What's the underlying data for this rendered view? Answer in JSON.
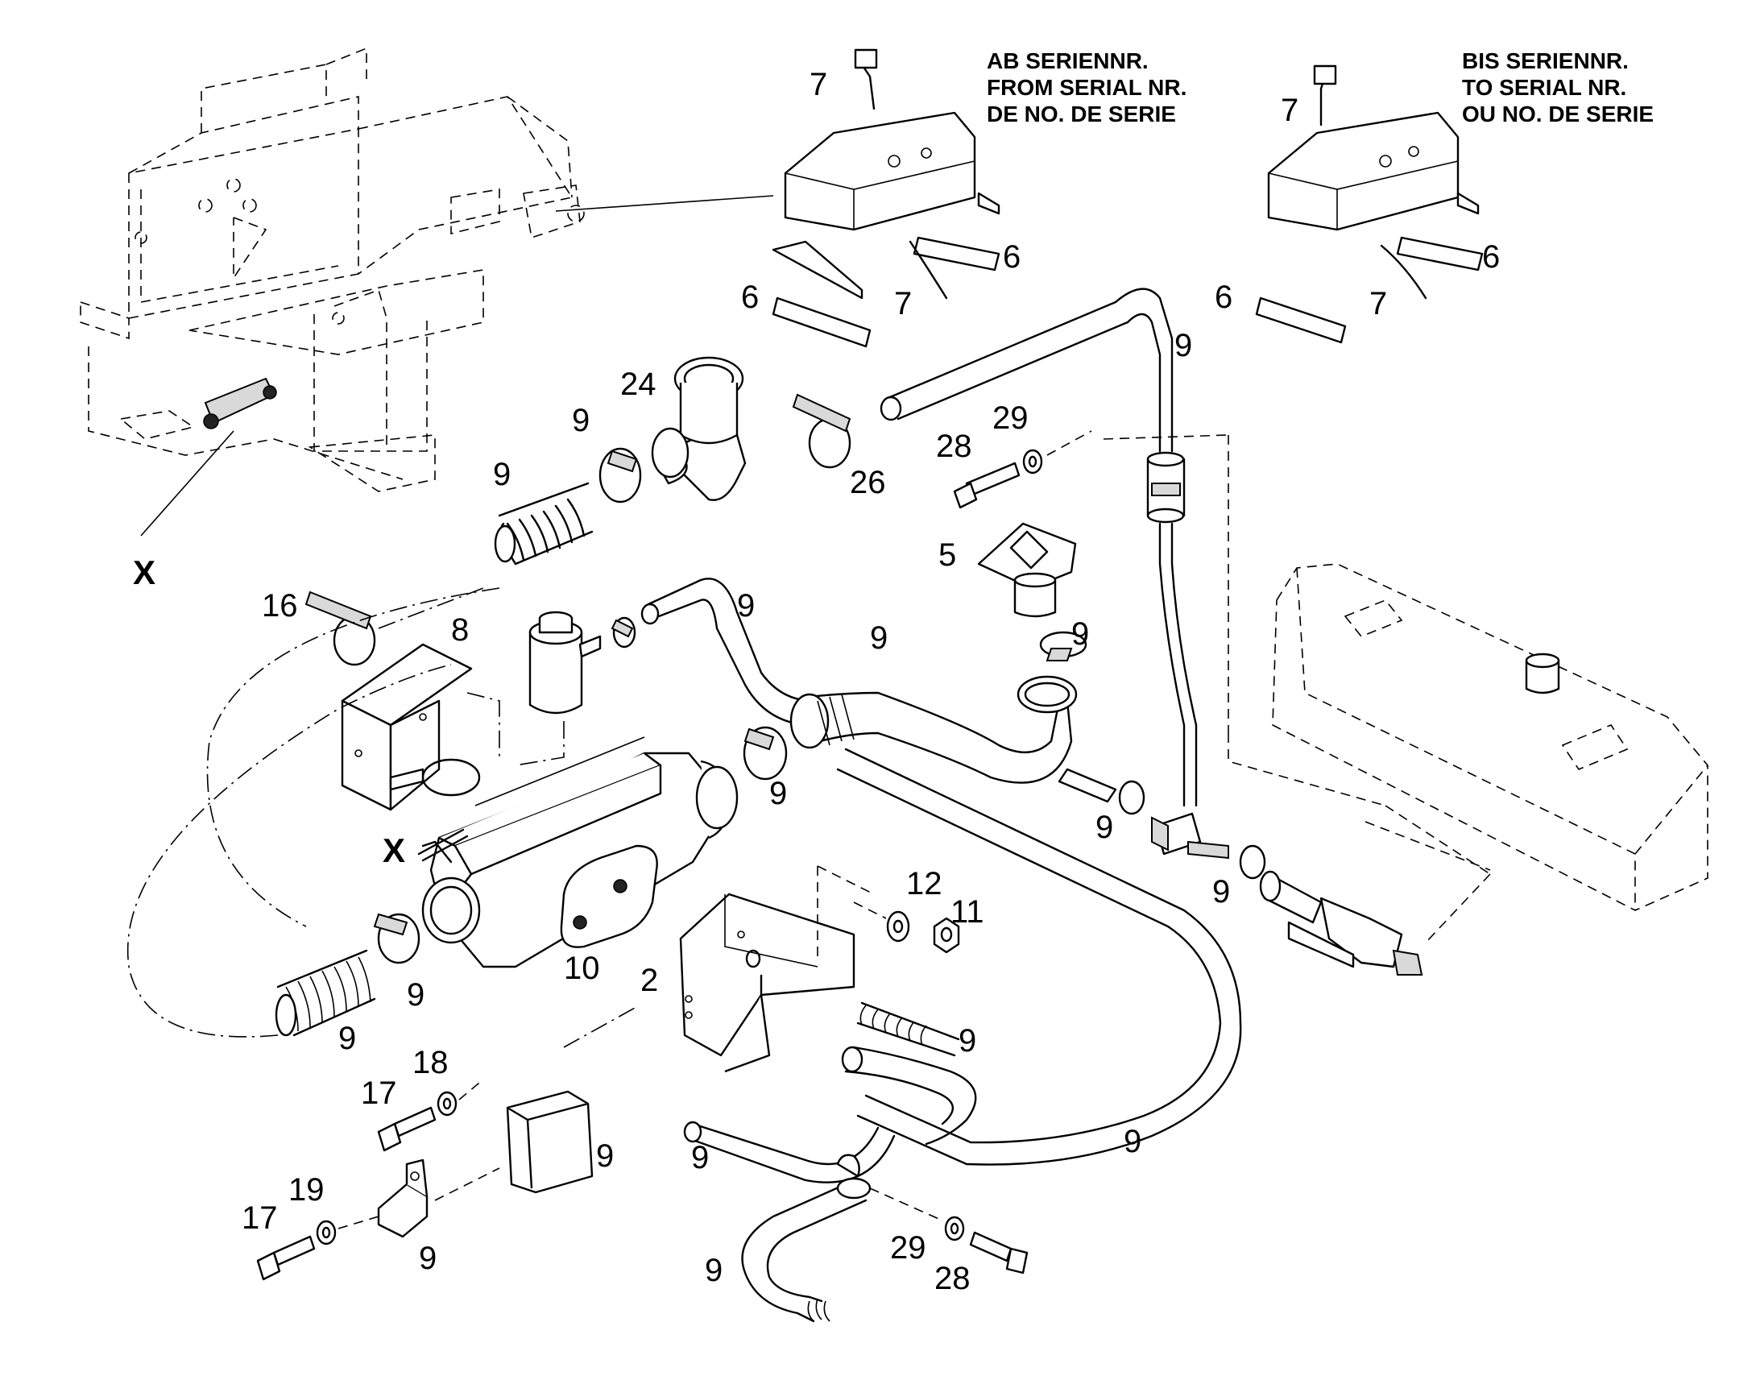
{
  "notes": {
    "from_serial": [
      "AB SERIENNR.",
      "FROM SERIAL NR.",
      "DE NO. DE SERIE"
    ],
    "to_serial": [
      "BIS SERIENNR.",
      "TO SERIAL NR.",
      "OU NO. DE SERIE"
    ]
  },
  "callouts": [
    {
      "id": "c7a",
      "text": "7"
    },
    {
      "id": "c7b",
      "text": "7"
    },
    {
      "id": "c7c",
      "text": "7"
    },
    {
      "id": "c7d",
      "text": "7"
    },
    {
      "id": "c6a",
      "text": "6"
    },
    {
      "id": "c6b",
      "text": "6"
    },
    {
      "id": "c6c",
      "text": "6"
    },
    {
      "id": "c6d",
      "text": "6"
    },
    {
      "id": "c24",
      "text": "24"
    },
    {
      "id": "c9a",
      "text": "9"
    },
    {
      "id": "c9b",
      "text": "9"
    },
    {
      "id": "c26",
      "text": "26"
    },
    {
      "id": "c29a",
      "text": "29"
    },
    {
      "id": "c28a",
      "text": "28"
    },
    {
      "id": "c9c",
      "text": "9"
    },
    {
      "id": "c5",
      "text": "5"
    },
    {
      "id": "cXa",
      "text": "X"
    },
    {
      "id": "c16",
      "text": "16"
    },
    {
      "id": "c8",
      "text": "8"
    },
    {
      "id": "c9d",
      "text": "9"
    },
    {
      "id": "c9e",
      "text": "9"
    },
    {
      "id": "c9f",
      "text": "9"
    },
    {
      "id": "c9g",
      "text": "9"
    },
    {
      "id": "cXb",
      "text": "X"
    },
    {
      "id": "c9h",
      "text": "9"
    },
    {
      "id": "c9i",
      "text": "9"
    },
    {
      "id": "c12",
      "text": "12"
    },
    {
      "id": "c11",
      "text": "11"
    },
    {
      "id": "c10",
      "text": "10"
    },
    {
      "id": "c2",
      "text": "2"
    },
    {
      "id": "c9j",
      "text": "9"
    },
    {
      "id": "c9k",
      "text": "9"
    },
    {
      "id": "c9l",
      "text": "9"
    },
    {
      "id": "c18",
      "text": "18"
    },
    {
      "id": "c17a",
      "text": "17"
    },
    {
      "id": "c9m",
      "text": "9"
    },
    {
      "id": "c9n",
      "text": "9"
    },
    {
      "id": "c9o",
      "text": "9"
    },
    {
      "id": "c19",
      "text": "19"
    },
    {
      "id": "c17b",
      "text": "17"
    },
    {
      "id": "c9p",
      "text": "9"
    },
    {
      "id": "c29b",
      "text": "29"
    },
    {
      "id": "c28b",
      "text": "28"
    },
    {
      "id": "c9q",
      "text": "9"
    }
  ]
}
